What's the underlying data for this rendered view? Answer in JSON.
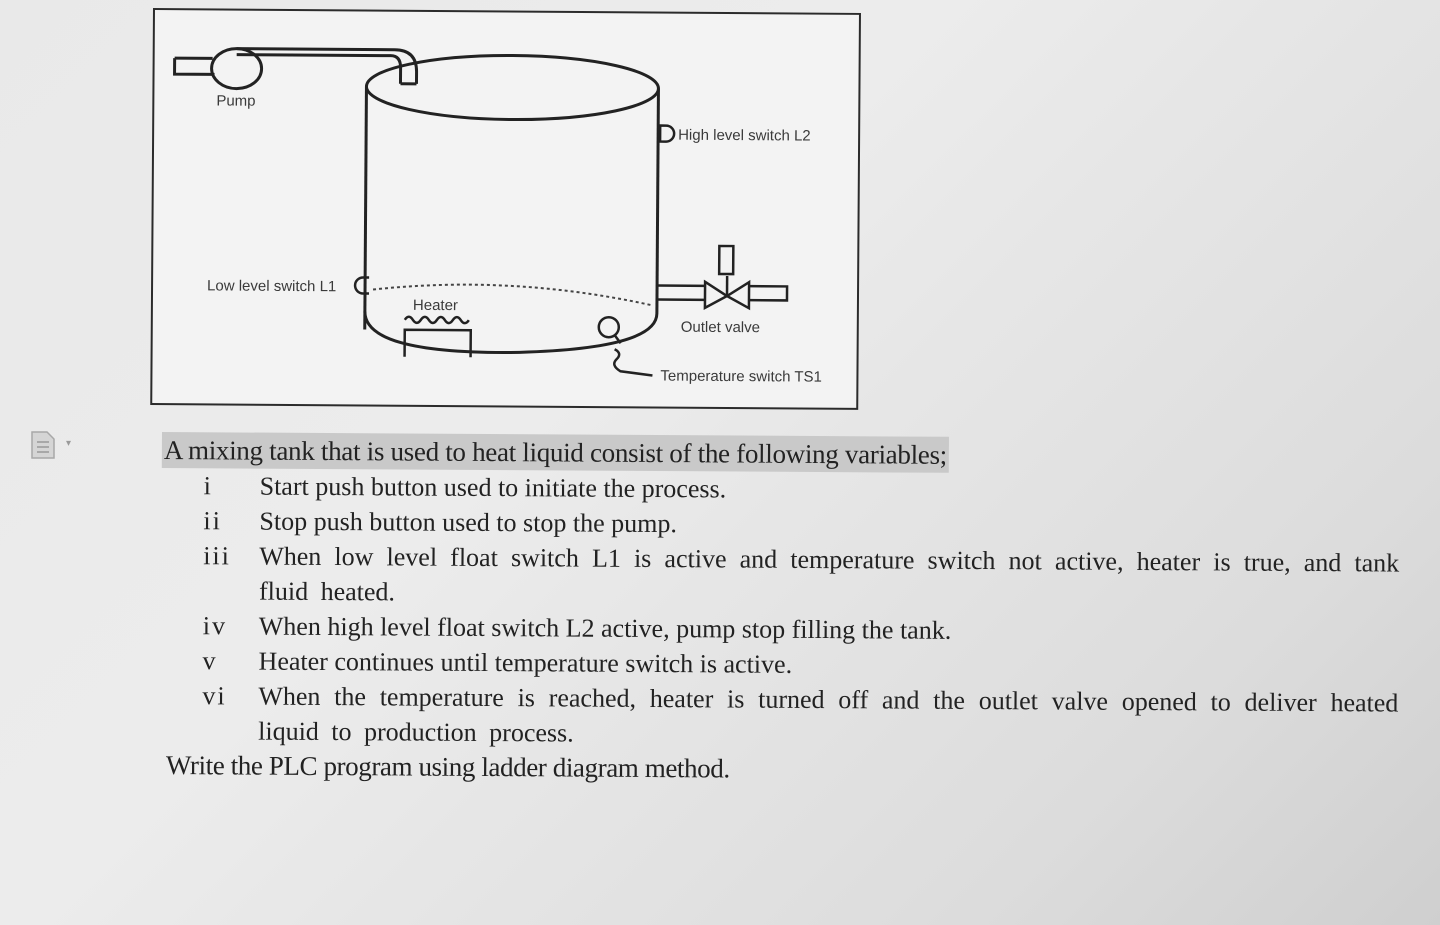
{
  "figure": {
    "labels": {
      "pump": "Pump",
      "high_level_switch": "High level switch L2",
      "low_level_switch": "Low level switch L1",
      "heater": "Heater",
      "outlet_valve": "Outlet valve",
      "temperature_switch": "Temperature switch TS1"
    }
  },
  "document": {
    "heading": "A mixing tank that is used to heat liquid consist of the following variables;",
    "items": [
      {
        "num": "i",
        "text": "Start push button used to initiate the process."
      },
      {
        "num": "ii",
        "text": "Stop push button used to stop the pump."
      },
      {
        "num": "iii",
        "text": "When low level float switch L1 is active and temperature switch not active, heater is true, and tank fluid heated."
      },
      {
        "num": "iv",
        "text": "When high level float switch L2 active, pump stop filling the tank."
      },
      {
        "num": "v",
        "text": "Heater continues until temperature switch is active."
      },
      {
        "num": "vi",
        "text": "When the temperature is reached, heater is turned off and the outlet valve opened to deliver heated liquid to production process."
      }
    ],
    "final_instruction": "Write the PLC program using ladder diagram method."
  }
}
